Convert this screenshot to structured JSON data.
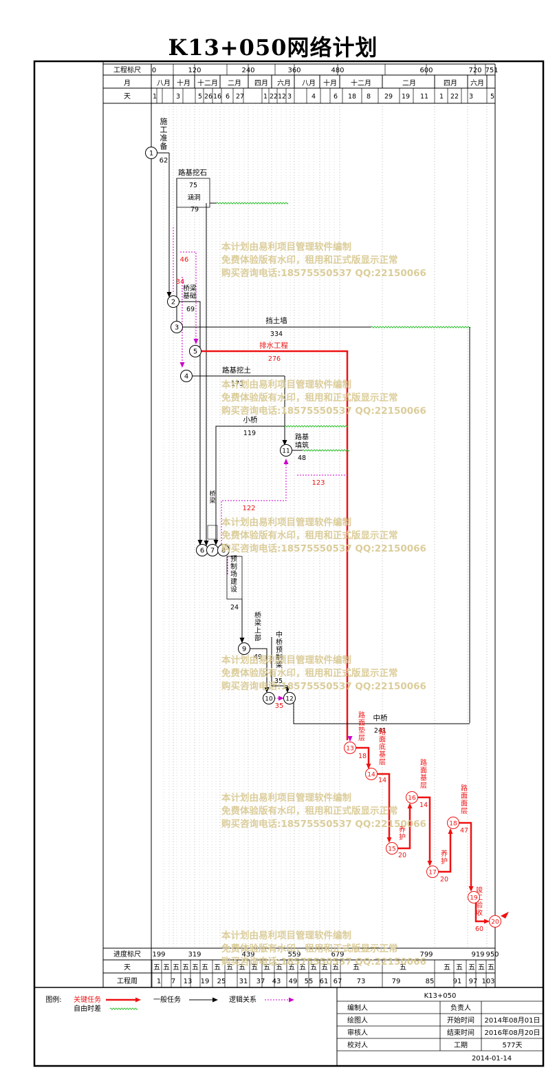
{
  "title": "K13+050网络计划",
  "header": {
    "scale_label": "工程标尺",
    "month_label": "月",
    "day_label": "天",
    "scale_ticks": [
      "0",
      "120",
      "240",
      "360",
      "480",
      "600",
      "720",
      "751"
    ],
    "months": [
      "八月",
      "十月",
      "十二月",
      "二月",
      "四月",
      "六月",
      "八月",
      "十月",
      "十二月",
      "二月",
      "四月",
      "六月"
    ],
    "days": [
      "1",
      "3",
      "5",
      "26",
      "16",
      "6",
      "27",
      "1",
      "22",
      "12",
      "3",
      "4",
      "6",
      "18",
      "8",
      "29",
      "19",
      "11",
      "1",
      "22",
      "3",
      "5"
    ]
  },
  "footer": {
    "progress_label": "进度标尺",
    "day_label": "天",
    "week_label": "工程周",
    "progress_ticks": [
      "199",
      "319",
      "439",
      "559",
      "679",
      "799",
      "919",
      "950"
    ],
    "day_cell": "五",
    "weeks": [
      "1",
      "7",
      "13",
      "19",
      "25",
      "31",
      "37",
      "43",
      "49",
      "55",
      "61",
      "67",
      "73",
      "79",
      "85",
      "91",
      "97",
      "103"
    ]
  },
  "tasks": [
    {
      "name": "施工准备",
      "duration": "62"
    },
    {
      "name": "路基挖石",
      "duration": "75"
    },
    {
      "name": "涵洞",
      "duration": "79"
    },
    {
      "name": "桥梁基础",
      "duration": "69"
    },
    {
      "name": "挡土墙",
      "duration": "334"
    },
    {
      "name": "排水工程",
      "duration": "276"
    },
    {
      "name": "路基挖土",
      "duration": "173"
    },
    {
      "name": "小桥",
      "duration": "119"
    },
    {
      "name": "路基填筑",
      "duration": "48"
    },
    {
      "name": "预制场建设",
      "duration": "24"
    },
    {
      "name": "桥梁上部",
      "duration": "49"
    },
    {
      "name": "中桥预制梁",
      "duration": "35"
    },
    {
      "name": "中桥",
      "duration": "241"
    },
    {
      "name": "路面垫层",
      "duration": "18"
    },
    {
      "name": "路面底基层",
      "duration": "14"
    },
    {
      "name": "养护",
      "duration": "20"
    },
    {
      "name": "路面基层",
      "duration": "14"
    },
    {
      "name": "养护",
      "duration": "20"
    },
    {
      "name": "路面面层",
      "duration": "47"
    },
    {
      "name": "竣工验收",
      "duration": "60"
    }
  ],
  "dummy_labels": [
    "46",
    "122",
    "123",
    "35",
    "34"
  ],
  "nodes": [
    "1",
    "2",
    "3",
    "4",
    "5",
    "6",
    "7",
    "8",
    "9",
    "10",
    "11",
    "12",
    "13",
    "14",
    "15",
    "16",
    "17",
    "18",
    "19",
    "20"
  ],
  "watermark": [
    "本计划由易利项目管理软件编制",
    "免费体验版有水印，租用和正式版显示正常",
    "购买咨询电话:18575550537 QQ:22150066"
  ],
  "legend": {
    "title": "图例:",
    "critical": "关键任务",
    "free_float": "自由时差",
    "normal": "一般任务",
    "logic": "逻辑关系"
  },
  "info": {
    "project": "K13+050",
    "editor": "编制人",
    "owner": "负责人",
    "drafter": "绘图人",
    "start_label": "开始时间",
    "start_value": "2014年08月01日",
    "reviewer": "审核人",
    "end_label": "结束时间",
    "end_value": "2016年08月20日",
    "checker": "校对人",
    "duration_label": "工期",
    "duration_value": "577天",
    "date": "2014-01-14"
  },
  "colors": {
    "critical": "#ee1111",
    "free_float": "#22bb22",
    "logic": "#cc00cc",
    "normal": "#000000",
    "watermark": "#d8c890"
  }
}
